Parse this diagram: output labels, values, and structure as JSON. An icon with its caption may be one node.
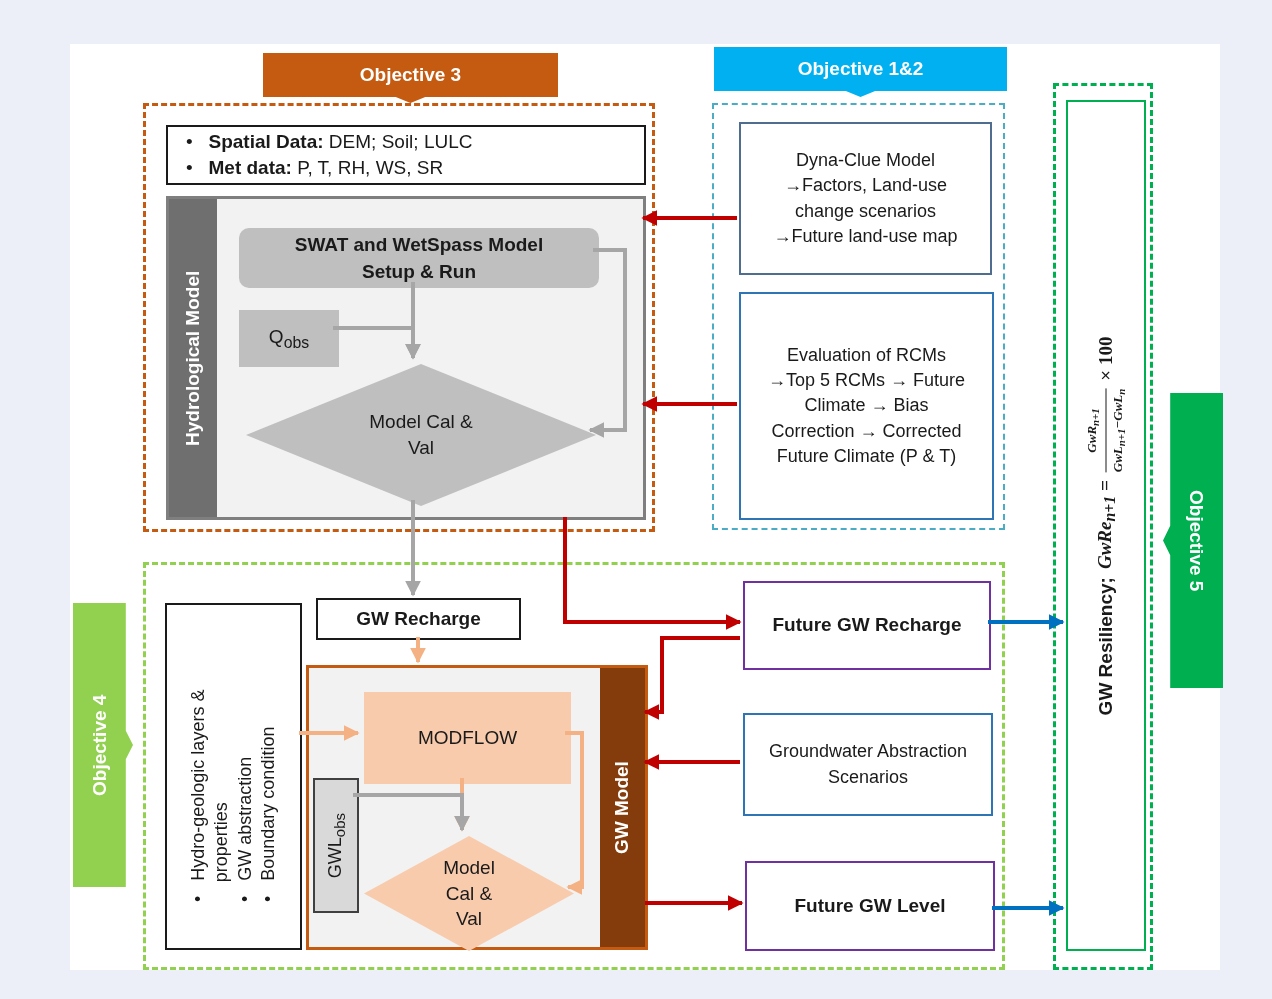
{
  "diagram": {
    "nodes": [
      {
        "text": [
          "Objective 3"
        ]
      },
      {
        "text": [
          "•   **Spatial Data:** DEM; Soil; LULC",
          "•   **Met data:** P, T, RH, WS, SR"
        ],
        "in": 0
      },
      {
        "text": [
          "Hydrological Model"
        ],
        "in": 0
      },
      {
        "text": [
          "SWAT and WetSpass Model Setup & Run"
        ],
        "in": 2
      },
      {
        "text": [
          "Q$_{obs}$"
        ],
        "in": 2
      },
      {
        "text": [
          "Model Cal & Val"
        ],
        "in": 2
      },
      {
        "text": [
          "Objective 1&2"
        ]
      },
      {
        "text": [
          "Dyna-Clue Model →Factors, Land-use change scenarios →Future land-use map"
        ],
        "in": 6
      },
      {
        "text": [
          "Evaluation of RCMs →Top 5 RCMs → Future Climate → Bias Correction → Corrected Future Climate (P & T)"
        ],
        "in": 6
      },
      {
        "text": [
          "Objective 4"
        ]
      },
      {
        "text": [
          "•   Hydro-geologic layers & properties",
          "•   GW abstraction",
          "•   Boundary condition"
        ],
        "in": 9
      },
      {
        "text": [
          "GW Recharge"
        ],
        "in": 9
      },
      {
        "text": [
          "GW Model"
        ],
        "in": 9
      },
      {
        "text": [
          "MODFLOW"
        ],
        "in": 12
      },
      {
        "text": [
          "GWL$_{obs}$"
        ],
        "in": 12
      },
      {
        "text": [
          "Model Cal & Val"
        ],
        "in": 12
      },
      {
        "text": [
          "Future GW Recharge"
        ],
        "in": 9
      },
      {
        "text": [
          "Groundwater Abstraction Scenarios"
        ],
        "in": 9
      },
      {
        "text": [
          "Future GW Level"
        ],
        "in": 9
      },
      {
        "text": [
          "Objective 5"
        ]
      },
      {
        "text": [
          "GW Resiliency;",
          "GwRe$_{n+1}$ =",
          "GwR$_{n+1}$",
          "GwL$_{n+1}$−GwL$_{n}$",
          "× 100"
        ],
        "in": 19
      }
    ],
    "edges": [
      {
        "from": 3,
        "to": 5,
        "arrow": "to",
        "color": "#a6a6a6"
      },
      {
        "from": 4,
        "to": 5,
        "arrow": "to",
        "color": "#a6a6a6"
      },
      {
        "from": 3,
        "to": 5,
        "arrow": "to",
        "color": "#a6a6a6"
      },
      {
        "from": 5,
        "to": 11,
        "arrow": "to",
        "color": "#a6a6a6"
      },
      {
        "from": 7,
        "to": 2,
        "arrow": "to"
      },
      {
        "from": 8,
        "to": 2,
        "arrow": "to"
      },
      {
        "from": 2,
        "to": 16,
        "arrow": "to"
      },
      {
        "from": 16,
        "to": 12,
        "arrow": "to"
      },
      {
        "from": 17,
        "to": 12,
        "arrow": "to"
      },
      {
        "from": 12,
        "to": 18,
        "arrow": "to"
      },
      {
        "from": 11,
        "to": 12,
        "arrow": "to",
        "color": "#f4b183"
      },
      {
        "from": 10,
        "to": 13,
        "arrow": "to",
        "color": "#f4b183"
      },
      {
        "from": 13,
        "to": 15,
        "arrow": "to",
        "color": "#f4b183"
      },
      {
        "from": 13,
        "to": 15,
        "arrow": "to",
        "color": "#f4b183"
      },
      {
        "from": 14,
        "to": 15,
        "arrow": "to",
        "color": "#a6a6a6"
      },
      {
        "from": 16,
        "to": 20,
        "arrow": "to",
        "color": "#0070c0"
      },
      {
        "from": 18,
        "to": 20,
        "arrow": "to",
        "color": "#0070c0"
      }
    ]
  }
}
